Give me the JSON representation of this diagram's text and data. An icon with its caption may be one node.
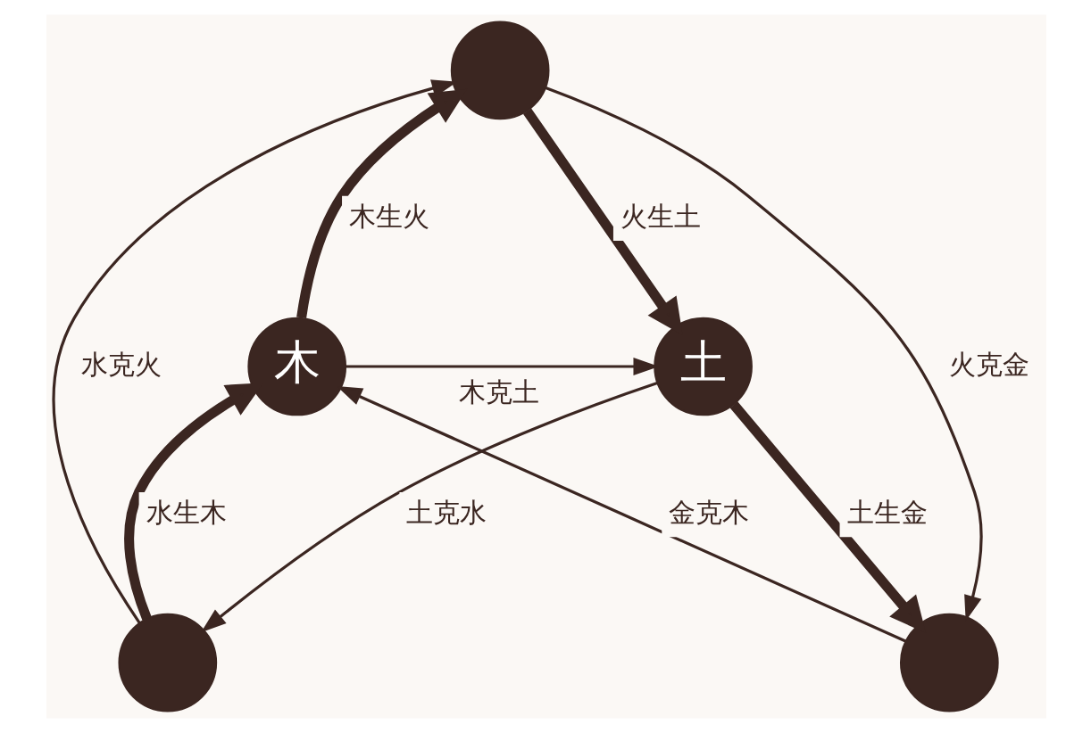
{
  "diagram": {
    "nodes": [
      {
        "text": [],
        "shape": "circle"
      },
      {
        "text": [
          "木"
        ]
      },
      {
        "text": [
          "土"
        ]
      },
      {
        "text": [],
        "shape": "circle"
      },
      {
        "text": [],
        "shape": "circle"
      }
    ],
    "edges": [
      {
        "from": 1,
        "to": 0,
        "arrow": "to",
        "label": "木生火",
        "style": "thick"
      },
      {
        "from": 0,
        "to": 2,
        "arrow": "to",
        "label": "火生土",
        "style": "thick"
      },
      {
        "from": 2,
        "to": 4,
        "arrow": "to",
        "label": "土生金",
        "style": "thick"
      },
      {
        "from": 3,
        "to": 1,
        "arrow": "to",
        "label": "水生木",
        "style": "thick"
      },
      {
        "from": 1,
        "to": 2,
        "arrow": "to",
        "label": "木克土"
      },
      {
        "from": 0,
        "to": 4,
        "arrow": "to",
        "label": "火克金"
      },
      {
        "from": 3,
        "to": 0,
        "arrow": "to",
        "label": "水克火"
      },
      {
        "from": 2,
        "to": 3,
        "arrow": "to",
        "label": "土克水"
      },
      {
        "from": 4,
        "to": 1,
        "arrow": "to",
        "label": "金克木"
      }
    ]
  }
}
